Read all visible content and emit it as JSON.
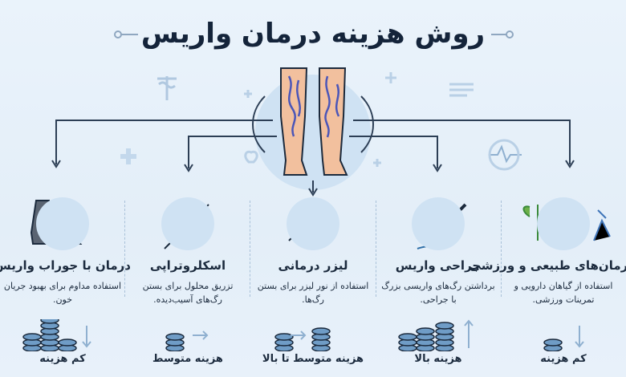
{
  "title": "روش هزینه درمان واریس",
  "colors": {
    "accent": "#2f6fa8",
    "coin": "#6f9cc6",
    "dark": "#14243a"
  },
  "methods": [
    {
      "name": "درمان با جوراب واریس",
      "desc": "استفاده مداوم برای بهبود جریان خون.",
      "cost": "کم هزینه",
      "icon": "compression-sock-icon",
      "trend": "down"
    },
    {
      "name": "اسکلروتراپی",
      "desc": "تزریق محلول برای بستن رگ‌های آسیب‌دیده.",
      "cost": "هزینه متوسط",
      "icon": "syringe-icon",
      "trend": "flat"
    },
    {
      "name": "لیزر درمانی",
      "desc": "استفاده از نور لیزر برای بستن رگ‌ها.",
      "cost": "هزینه متوسط تا بالا",
      "icon": "laser-device-icon",
      "trend": "flat"
    },
    {
      "name": "جراحی واریس",
      "desc": "برداشتن رگ‌های واریسی بزرگ با جراحی.",
      "cost": "هزینه بالا",
      "icon": "scalpel-icon",
      "trend": "up"
    },
    {
      "name": "درمان‌های طبیعی و ورزشی",
      "desc": "استفاده از گیاهان دارویی و تمرینات ورزشی.",
      "cost": "کم هزینه",
      "icon": "herbs-water-exercise-icon",
      "trend": "down"
    }
  ]
}
